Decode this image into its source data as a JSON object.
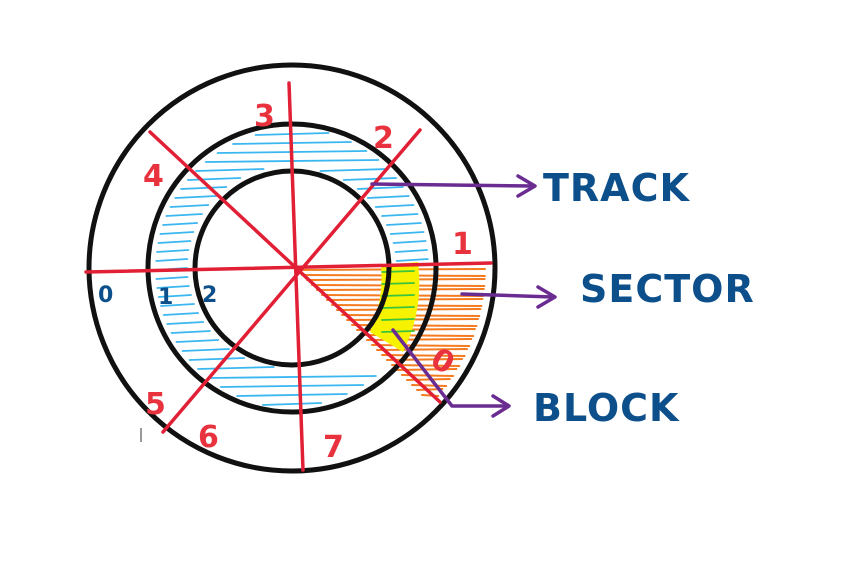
{
  "colors": {
    "ring": "#111111",
    "sector_line": "#e11f35",
    "sector_number": "#e8333f",
    "track_number": "#0c4f8a",
    "callout_text": "#0c4f8a",
    "arrow": "#6a2c91",
    "track_fill": "#3ab6f0",
    "sector_fill": "#f47b20",
    "block_fill": "#f6f200",
    "block_stripe": "#3cc43c"
  },
  "sectors": [
    "0",
    "1",
    "2",
    "3",
    "4",
    "5",
    "6",
    "7"
  ],
  "tracks": [
    "0",
    "1",
    "2"
  ],
  "labels": {
    "track": "TRACK",
    "sector": "SECTOR",
    "block": "BLOCK"
  }
}
